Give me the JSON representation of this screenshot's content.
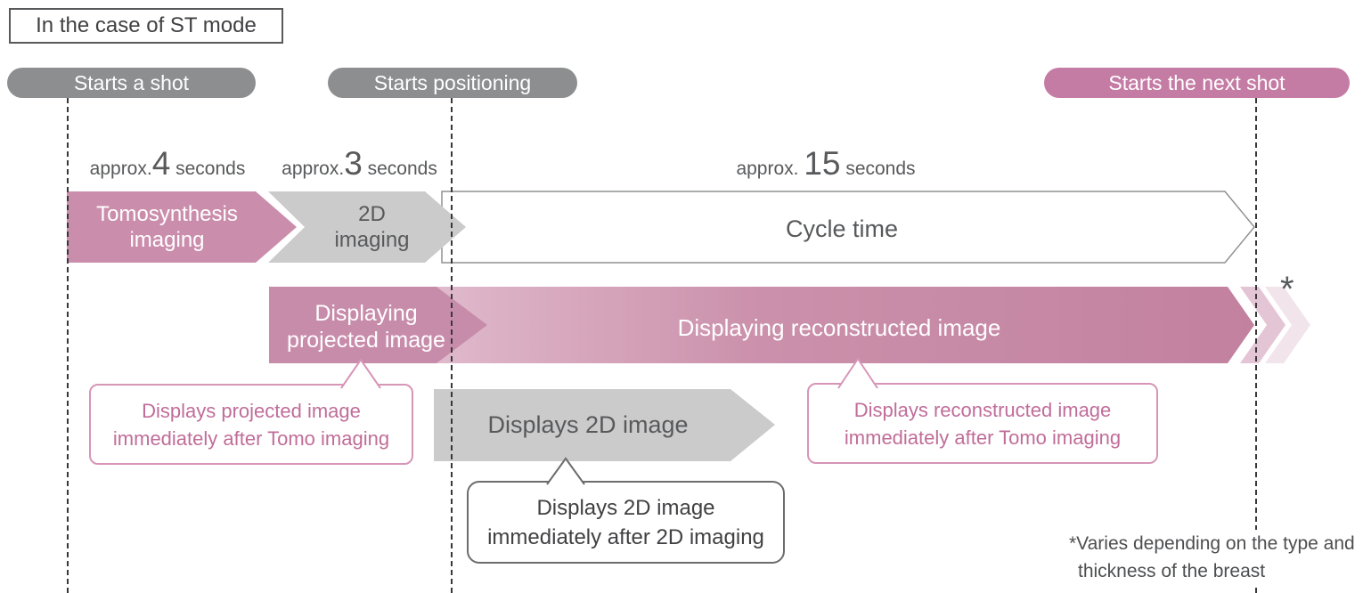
{
  "title": "In the case of ST mode",
  "milestones": [
    {
      "label": "Starts a shot"
    },
    {
      "label": "Starts positioning"
    },
    {
      "label": "Starts the next shot"
    }
  ],
  "durations": [
    {
      "prefix": "approx.",
      "value": "4",
      "unit": " seconds"
    },
    {
      "prefix": "approx.",
      "value": "3",
      "unit": " seconds"
    },
    {
      "prefix": "approx. ",
      "value": "15",
      "unit": " seconds"
    }
  ],
  "row1": {
    "tomo": {
      "line1": "Tomosynthesis",
      "line2": "imaging"
    },
    "twod": {
      "line1": "2D",
      "line2": "imaging"
    },
    "cycle": "Cycle time"
  },
  "row2": {
    "projected": {
      "line1": "Displaying",
      "line2": "projected image"
    },
    "reconstructed": "Displaying reconstructed image",
    "asterisk": "*"
  },
  "callouts": {
    "projected": {
      "line1": "Displays projected image",
      "line2": "immediately after Tomo imaging"
    },
    "displays_2d_arrow": "Displays 2D image",
    "displays_2d_box": {
      "line1": "Displays 2D image",
      "line2": "immediately after 2D imaging"
    },
    "reconstructed": {
      "line1": "Displays reconstructed image",
      "line2": "immediately after Tomo imaging"
    }
  },
  "footnote": {
    "line1": "*Varies depending on the type and",
    "line2": "thickness of the breast"
  },
  "colors": {
    "pink_pill": "#c57ca4",
    "pink_arrow": "#ca8eac",
    "band_gradient_start": "#ecd9e3",
    "band_gradient_end": "#c2819f",
    "chevron_echo_1": "#e4c5d5",
    "chevron_echo_2": "#f2e4eb",
    "gray_pill": "#8d8e8f",
    "gray_arrow": "#cbcbcb",
    "dark_text": "#58595b",
    "pink_text": "#c06d99",
    "callout_pink_border": "#d795b7",
    "callout_dark_border": "#6b6c6e"
  }
}
